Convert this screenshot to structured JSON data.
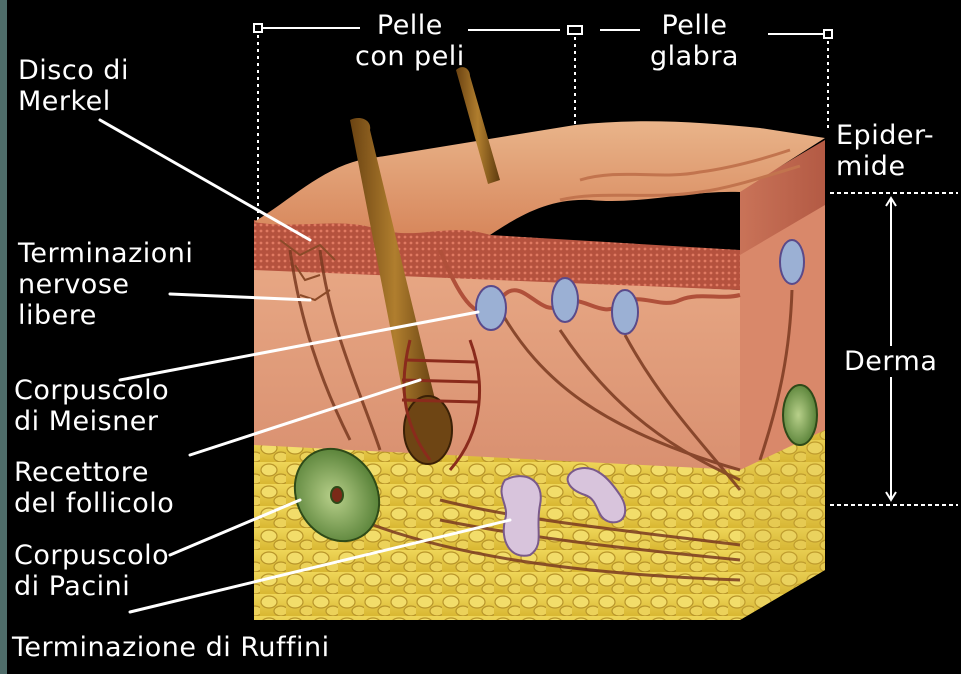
{
  "labels": {
    "pelle_con_peli": [
      "Pelle",
      "con peli"
    ],
    "pelle_glabra": [
      "Pelle",
      "glabra"
    ],
    "epidermide": [
      "Epider-",
      "mide"
    ],
    "derma": "Derma",
    "disco_di_merkel": [
      "Disco di",
      "Merkel"
    ],
    "terminazioni_nervose_libere": [
      "Terminazioni",
      "nervose",
      "libere"
    ],
    "corpuscolo_di_meisner": [
      "Corpuscolo",
      "di Meisner"
    ],
    "recettore_del_follicolo": [
      "Recettore",
      "del follicolo"
    ],
    "corpuscolo_di_pacini": [
      "Corpuscolo",
      "di Pacini"
    ],
    "terminazione_di_ruffini": "Terminazione di Ruffini"
  },
  "colors": {
    "background": "#000000",
    "label_text": "#ffffff",
    "epidermis": "#c66a4c",
    "dermis": "#e0a07a",
    "fat": "#e8d04a",
    "hair": "#8a5a1c",
    "pacini": "#6e9a4a",
    "meisner": "#8aa0c8",
    "ruffini": "#c8b0d0"
  }
}
